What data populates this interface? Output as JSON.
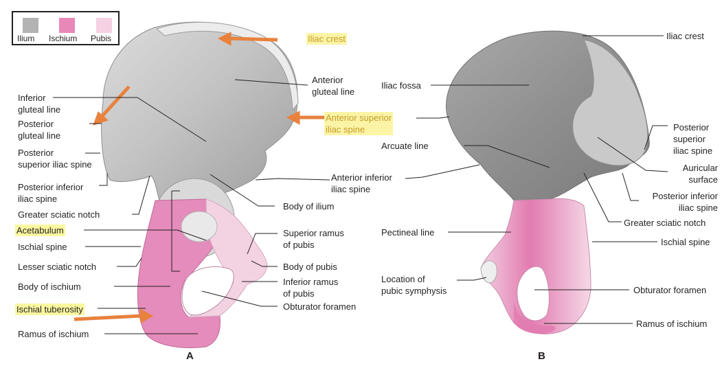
{
  "legend": {
    "items": [
      {
        "label": "Ilium",
        "color": "#b3b3b3"
      },
      {
        "label": "Ischium",
        "color": "#e888b8"
      },
      {
        "label": "Pubis",
        "color": "#f5d1e3"
      }
    ]
  },
  "colors": {
    "ilium": "#b8b8b8",
    "ischium": "#e48cbb",
    "pubis": "#f3d2e2",
    "arrow": "#e8823d",
    "highlight": "#fbf7a0",
    "leader_line": "#231f20"
  },
  "figure_a": {
    "letter": "A",
    "labels": {
      "iliac_crest": "Iliac crest",
      "anterior_gluteal_line": "Anterior\ngluteal line",
      "inferior_gluteal_line": "Inferior\ngluteal line",
      "posterior_gluteal_line": "Posterior\ngluteal line",
      "anterior_superior_iliac_spine": "Anterior superior\niliac spine",
      "posterior_superior_iliac_spine": "Posterior\nsuperior iliac spine",
      "posterior_inferior_iliac_spine": "Posterior inferior\niliac spine",
      "anterior_inferior_iliac_spine": "Anterior inferior\niliac spine",
      "greater_sciatic_notch": "Greater sciatic notch",
      "body_of_ilium": "Body of ilium",
      "acetabulum": "Acetabulum",
      "superior_ramus_of_pubis": "Superior ramus\nof pubis",
      "ischial_spine": "Ischial spine",
      "lesser_sciatic_notch": "Lesser sciatic notch",
      "body_of_pubis": "Body of pubis",
      "body_of_ischium": "Body of ischium",
      "inferior_ramus_of_pubis": "Inferior ramus\nof pubis",
      "ischial_tuberosity": "Ischial tuberosity",
      "obturator_foramen": "Obturator foramen",
      "ramus_of_ischium": "Ramus of ischium"
    }
  },
  "figure_b": {
    "letter": "B",
    "labels": {
      "iliac_crest": "Iliac crest",
      "iliac_fossa": "Iliac fossa",
      "posterior_superior_iliac_spine": "Posterior\nsuperior\niliac spine",
      "arcuate_line": "Arcuate line",
      "auricular_surface": "Auricular\nsurface",
      "posterior_inferior_iliac_spine": "Posterior inferior\niliac spine",
      "greater_sciatic_notch": "Greater sciatic notch",
      "pectineal_line": "Pectineal line",
      "ischial_spine": "Ischial spine",
      "location_of_pubic_symphysis": "Location of\npubic symphysis",
      "obturator_foramen": "Obturator foramen",
      "ramus_of_ischium": "Ramus of ischium"
    }
  }
}
